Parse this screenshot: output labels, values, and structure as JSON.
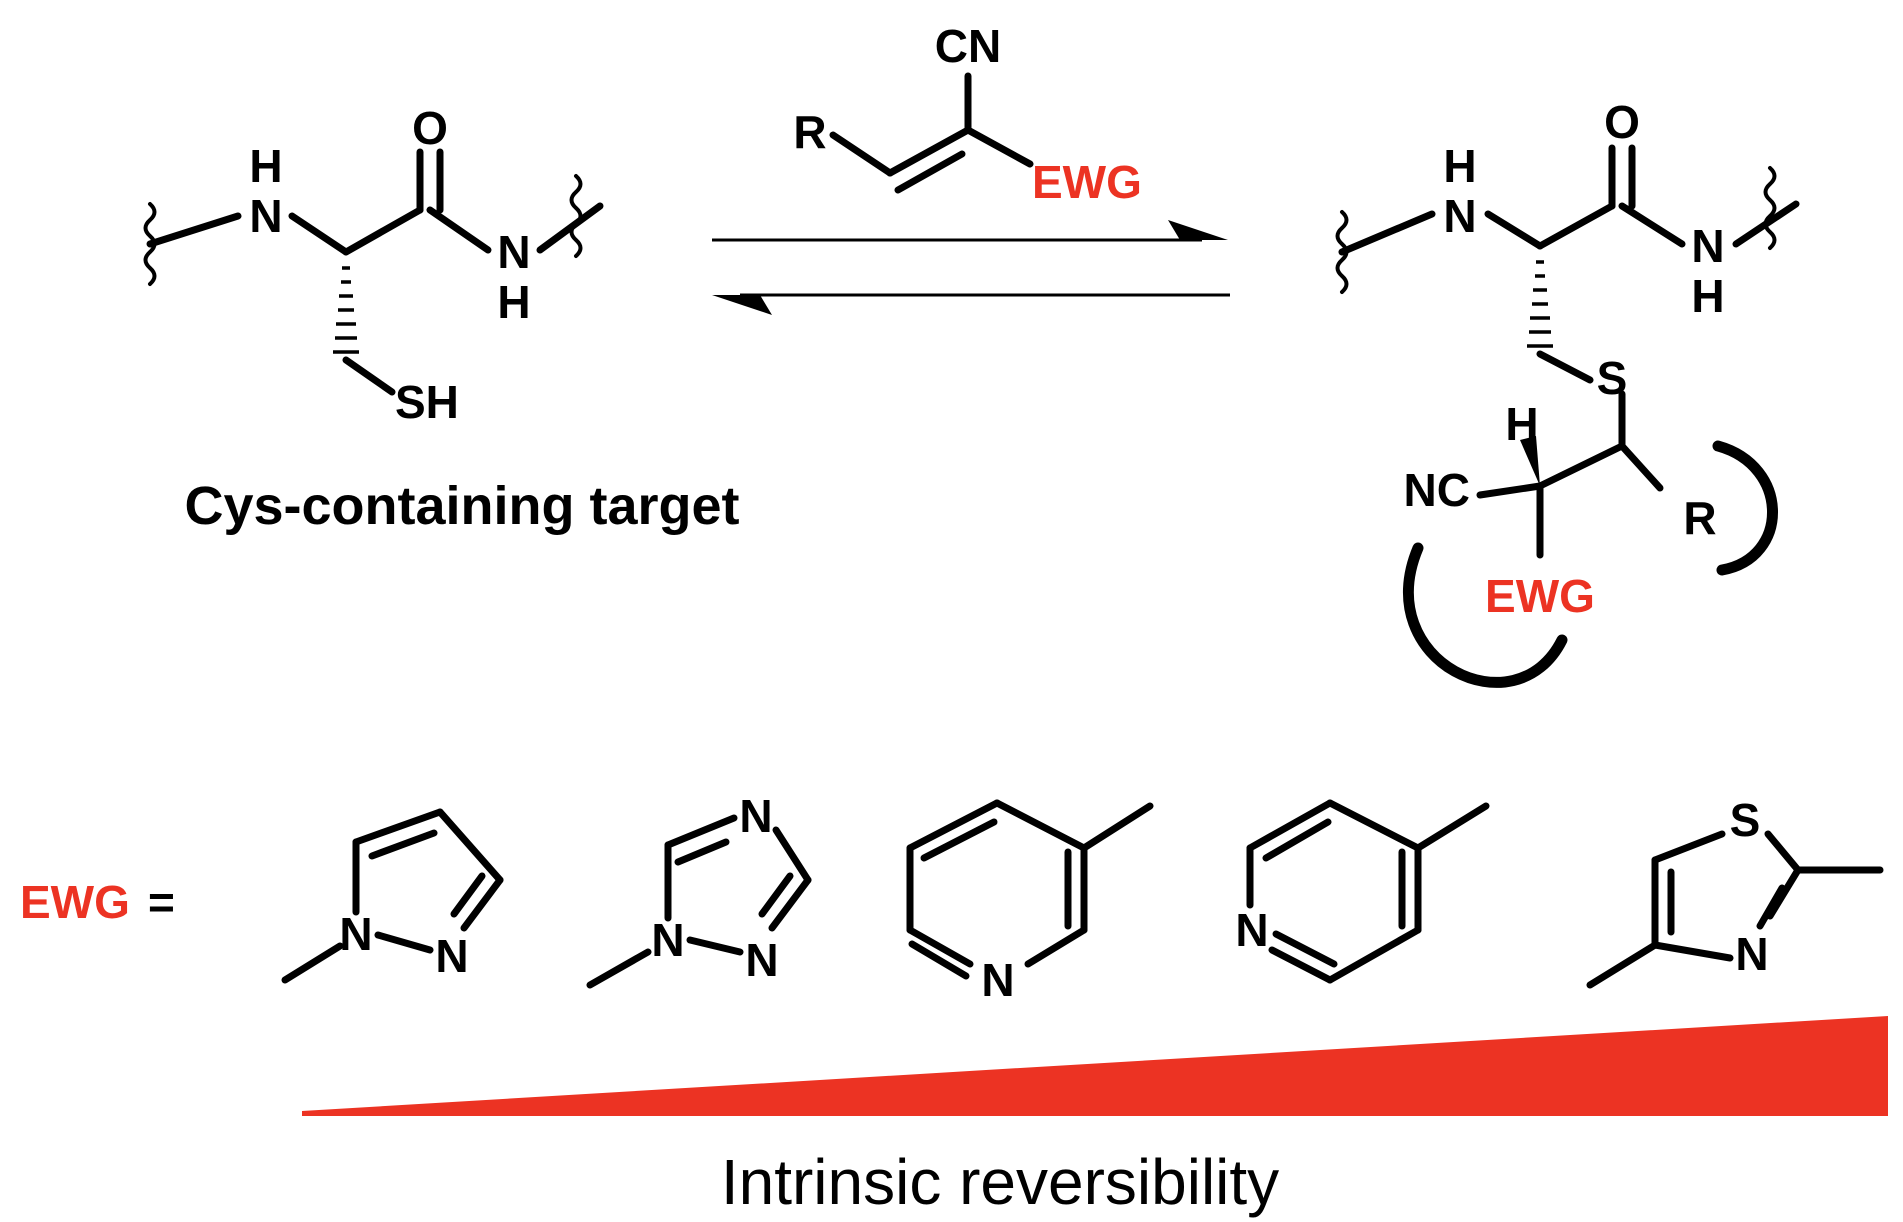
{
  "colors": {
    "accent": "#ec3323",
    "ink": "#000000",
    "background": "#ffffff"
  },
  "target": {
    "caption": "Cys-containing target",
    "atom_h_top": "H",
    "atom_n_left": "N",
    "atom_o": "O",
    "atom_n_right": "N",
    "atom_h_bottom": "H",
    "atom_sh": "SH"
  },
  "reagent": {
    "atom_cn": "CN",
    "atom_r": "R",
    "ewg": "EWG"
  },
  "product": {
    "atom_h_top": "H",
    "atom_n_left": "N",
    "atom_o": "O",
    "atom_n_right": "N",
    "atom_h_bottom": "H",
    "atom_s": "S",
    "atom_h_stereo": "H",
    "atom_nc": "NC",
    "atom_r": "R",
    "ewg": "EWG"
  },
  "ewg_list": {
    "label": "EWG",
    "equals": "=",
    "pyrazole": {
      "n1": "N",
      "n2": "N"
    },
    "triazole": {
      "n_top": "N",
      "n1": "N",
      "n2": "N"
    },
    "pyridin3yl": {
      "n": "N"
    },
    "pyridin4yl": {
      "n": "N"
    },
    "thiazole": {
      "s": "S",
      "n": "N"
    }
  },
  "trend": {
    "label": "Intrinsic reversibility",
    "start_value": 0.05,
    "end_value": 1.0
  }
}
